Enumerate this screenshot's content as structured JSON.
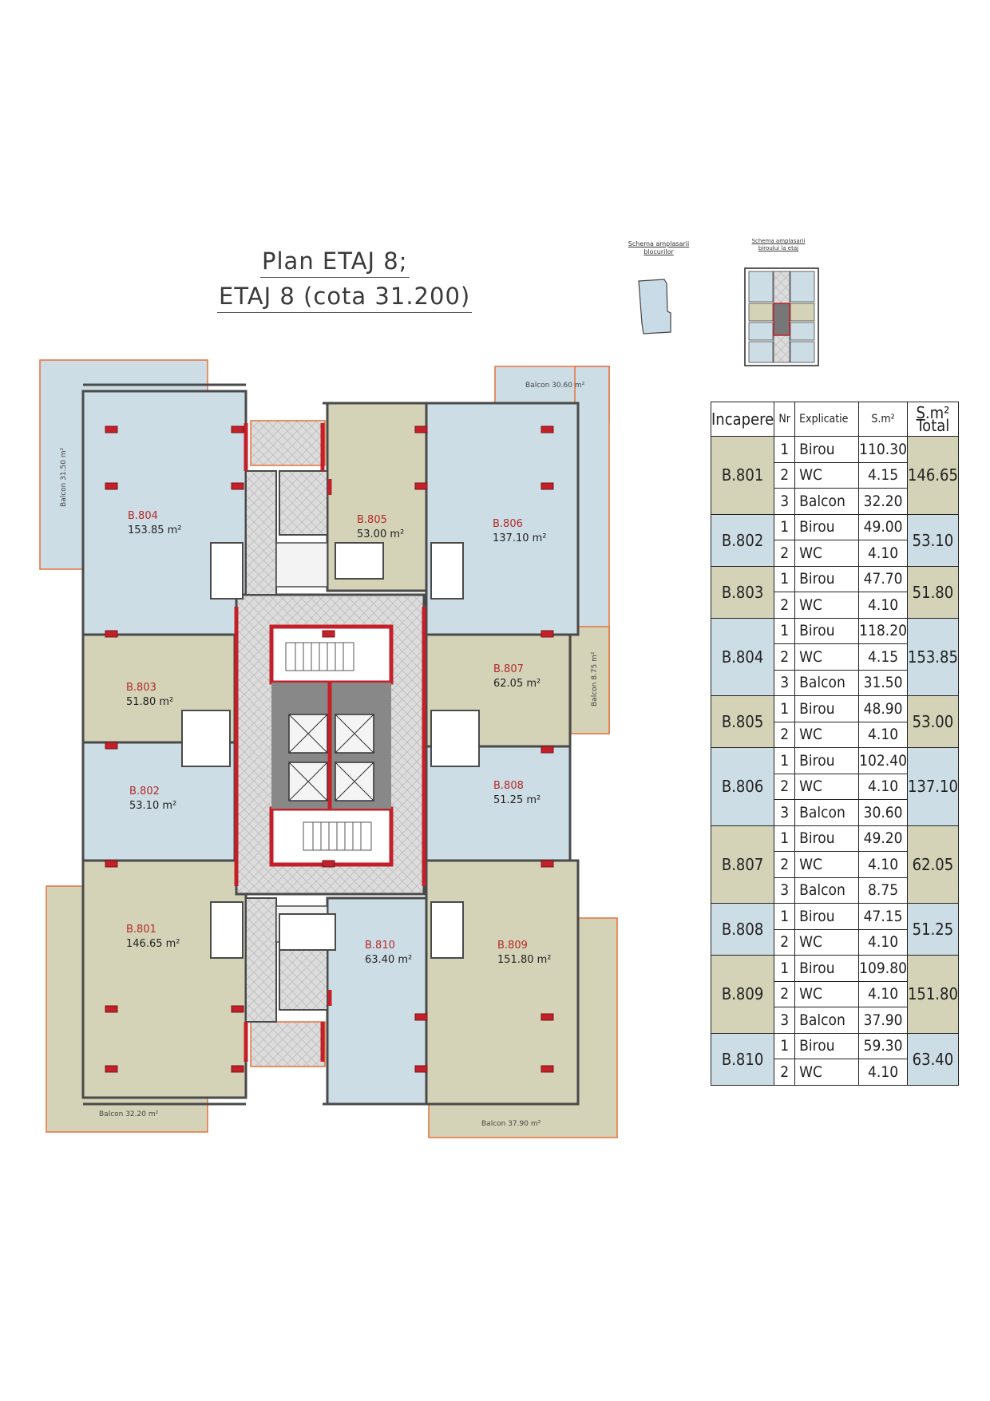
{
  "title": {
    "line1": "Plan ETAJ 8;",
    "line2": "ETAJ 8 (cota 31.200)"
  },
  "mini_schemes": [
    {
      "line1": "Schema amplasarii",
      "line2": "blocurilor"
    },
    {
      "line1": "Schema amplasarii",
      "line2": "biroului la etaj"
    }
  ],
  "colors": {
    "blue_room": "#cddde6",
    "olive_room": "#d4d3b8",
    "wall": "#4a4a4a",
    "red_structure": "#c3202a",
    "balcony_outline": "#e8703a",
    "core_gray": "#d7d7d7",
    "room_label": "#b12a2a"
  },
  "rooms": [
    {
      "id": "B.804",
      "area": "153.85 m²"
    },
    {
      "id": "B.805",
      "area": "53.00 m²"
    },
    {
      "id": "B.806",
      "area": "137.10 m²"
    },
    {
      "id": "B.803",
      "area": "51.80 m²"
    },
    {
      "id": "B.807",
      "area": "62.05 m²"
    },
    {
      "id": "B.802",
      "area": "53.10 m²"
    },
    {
      "id": "B.808",
      "area": "51.25 m²"
    },
    {
      "id": "B.801",
      "area": "146.65 m²"
    },
    {
      "id": "B.810",
      "area": "63.40 m²"
    },
    {
      "id": "B.809",
      "area": "151.80 m²"
    }
  ],
  "balconies": [
    {
      "label": "Balcon 31.50 m²"
    },
    {
      "label": "Balcon 30.60 m²"
    },
    {
      "label": "Balcon 8.75 m²"
    },
    {
      "label": "Balcon 32.20 m²"
    },
    {
      "label": "Balcon 37.90 m²"
    }
  ],
  "table": {
    "headers": [
      "Incapere",
      "Nr",
      "Explicatie",
      "S.m²",
      "S.m² Total"
    ],
    "groups": [
      {
        "room": "B.801",
        "total": "146.65",
        "rows": [
          {
            "nr": "1",
            "exp": "Birou",
            "s": "110.30"
          },
          {
            "nr": "2",
            "exp": "WC",
            "s": "4.15"
          },
          {
            "nr": "3",
            "exp": "Balcon",
            "s": "32.20"
          }
        ]
      },
      {
        "room": "B.802",
        "total": "53.10",
        "rows": [
          {
            "nr": "1",
            "exp": "Birou",
            "s": "49.00"
          },
          {
            "nr": "2",
            "exp": "WC",
            "s": "4.10"
          }
        ]
      },
      {
        "room": "B.803",
        "total": "51.80",
        "rows": [
          {
            "nr": "1",
            "exp": "Birou",
            "s": "47.70"
          },
          {
            "nr": "2",
            "exp": "WC",
            "s": "4.10"
          }
        ]
      },
      {
        "room": "B.804",
        "total": "153.85",
        "rows": [
          {
            "nr": "1",
            "exp": "Birou",
            "s": "118.20"
          },
          {
            "nr": "2",
            "exp": "WC",
            "s": "4.15"
          },
          {
            "nr": "3",
            "exp": "Balcon",
            "s": "31.50"
          }
        ]
      },
      {
        "room": "B.805",
        "total": "53.00",
        "rows": [
          {
            "nr": "1",
            "exp": "Birou",
            "s": "48.90"
          },
          {
            "nr": "2",
            "exp": "WC",
            "s": "4.10"
          }
        ]
      },
      {
        "room": "B.806",
        "total": "137.10",
        "rows": [
          {
            "nr": "1",
            "exp": "Birou",
            "s": "102.40"
          },
          {
            "nr": "2",
            "exp": "WC",
            "s": "4.10"
          },
          {
            "nr": "3",
            "exp": "Balcon",
            "s": "30.60"
          }
        ]
      },
      {
        "room": "B.807",
        "total": "62.05",
        "rows": [
          {
            "nr": "1",
            "exp": "Birou",
            "s": "49.20"
          },
          {
            "nr": "2",
            "exp": "WC",
            "s": "4.10"
          },
          {
            "nr": "3",
            "exp": "Balcon",
            "s": "8.75"
          }
        ]
      },
      {
        "room": "B.808",
        "total": "51.25",
        "rows": [
          {
            "nr": "1",
            "exp": "Birou",
            "s": "47.15"
          },
          {
            "nr": "2",
            "exp": "WC",
            "s": "4.10"
          }
        ]
      },
      {
        "room": "B.809",
        "total": "151.80",
        "rows": [
          {
            "nr": "1",
            "exp": "Birou",
            "s": "109.80"
          },
          {
            "nr": "2",
            "exp": "WC",
            "s": "4.10"
          },
          {
            "nr": "3",
            "exp": "Balcon",
            "s": "37.90"
          }
        ]
      },
      {
        "room": "B.810",
        "total": "63.40",
        "rows": [
          {
            "nr": "1",
            "exp": "Birou",
            "s": "59.30"
          },
          {
            "nr": "2",
            "exp": "WC",
            "s": "4.10"
          }
        ]
      }
    ]
  }
}
